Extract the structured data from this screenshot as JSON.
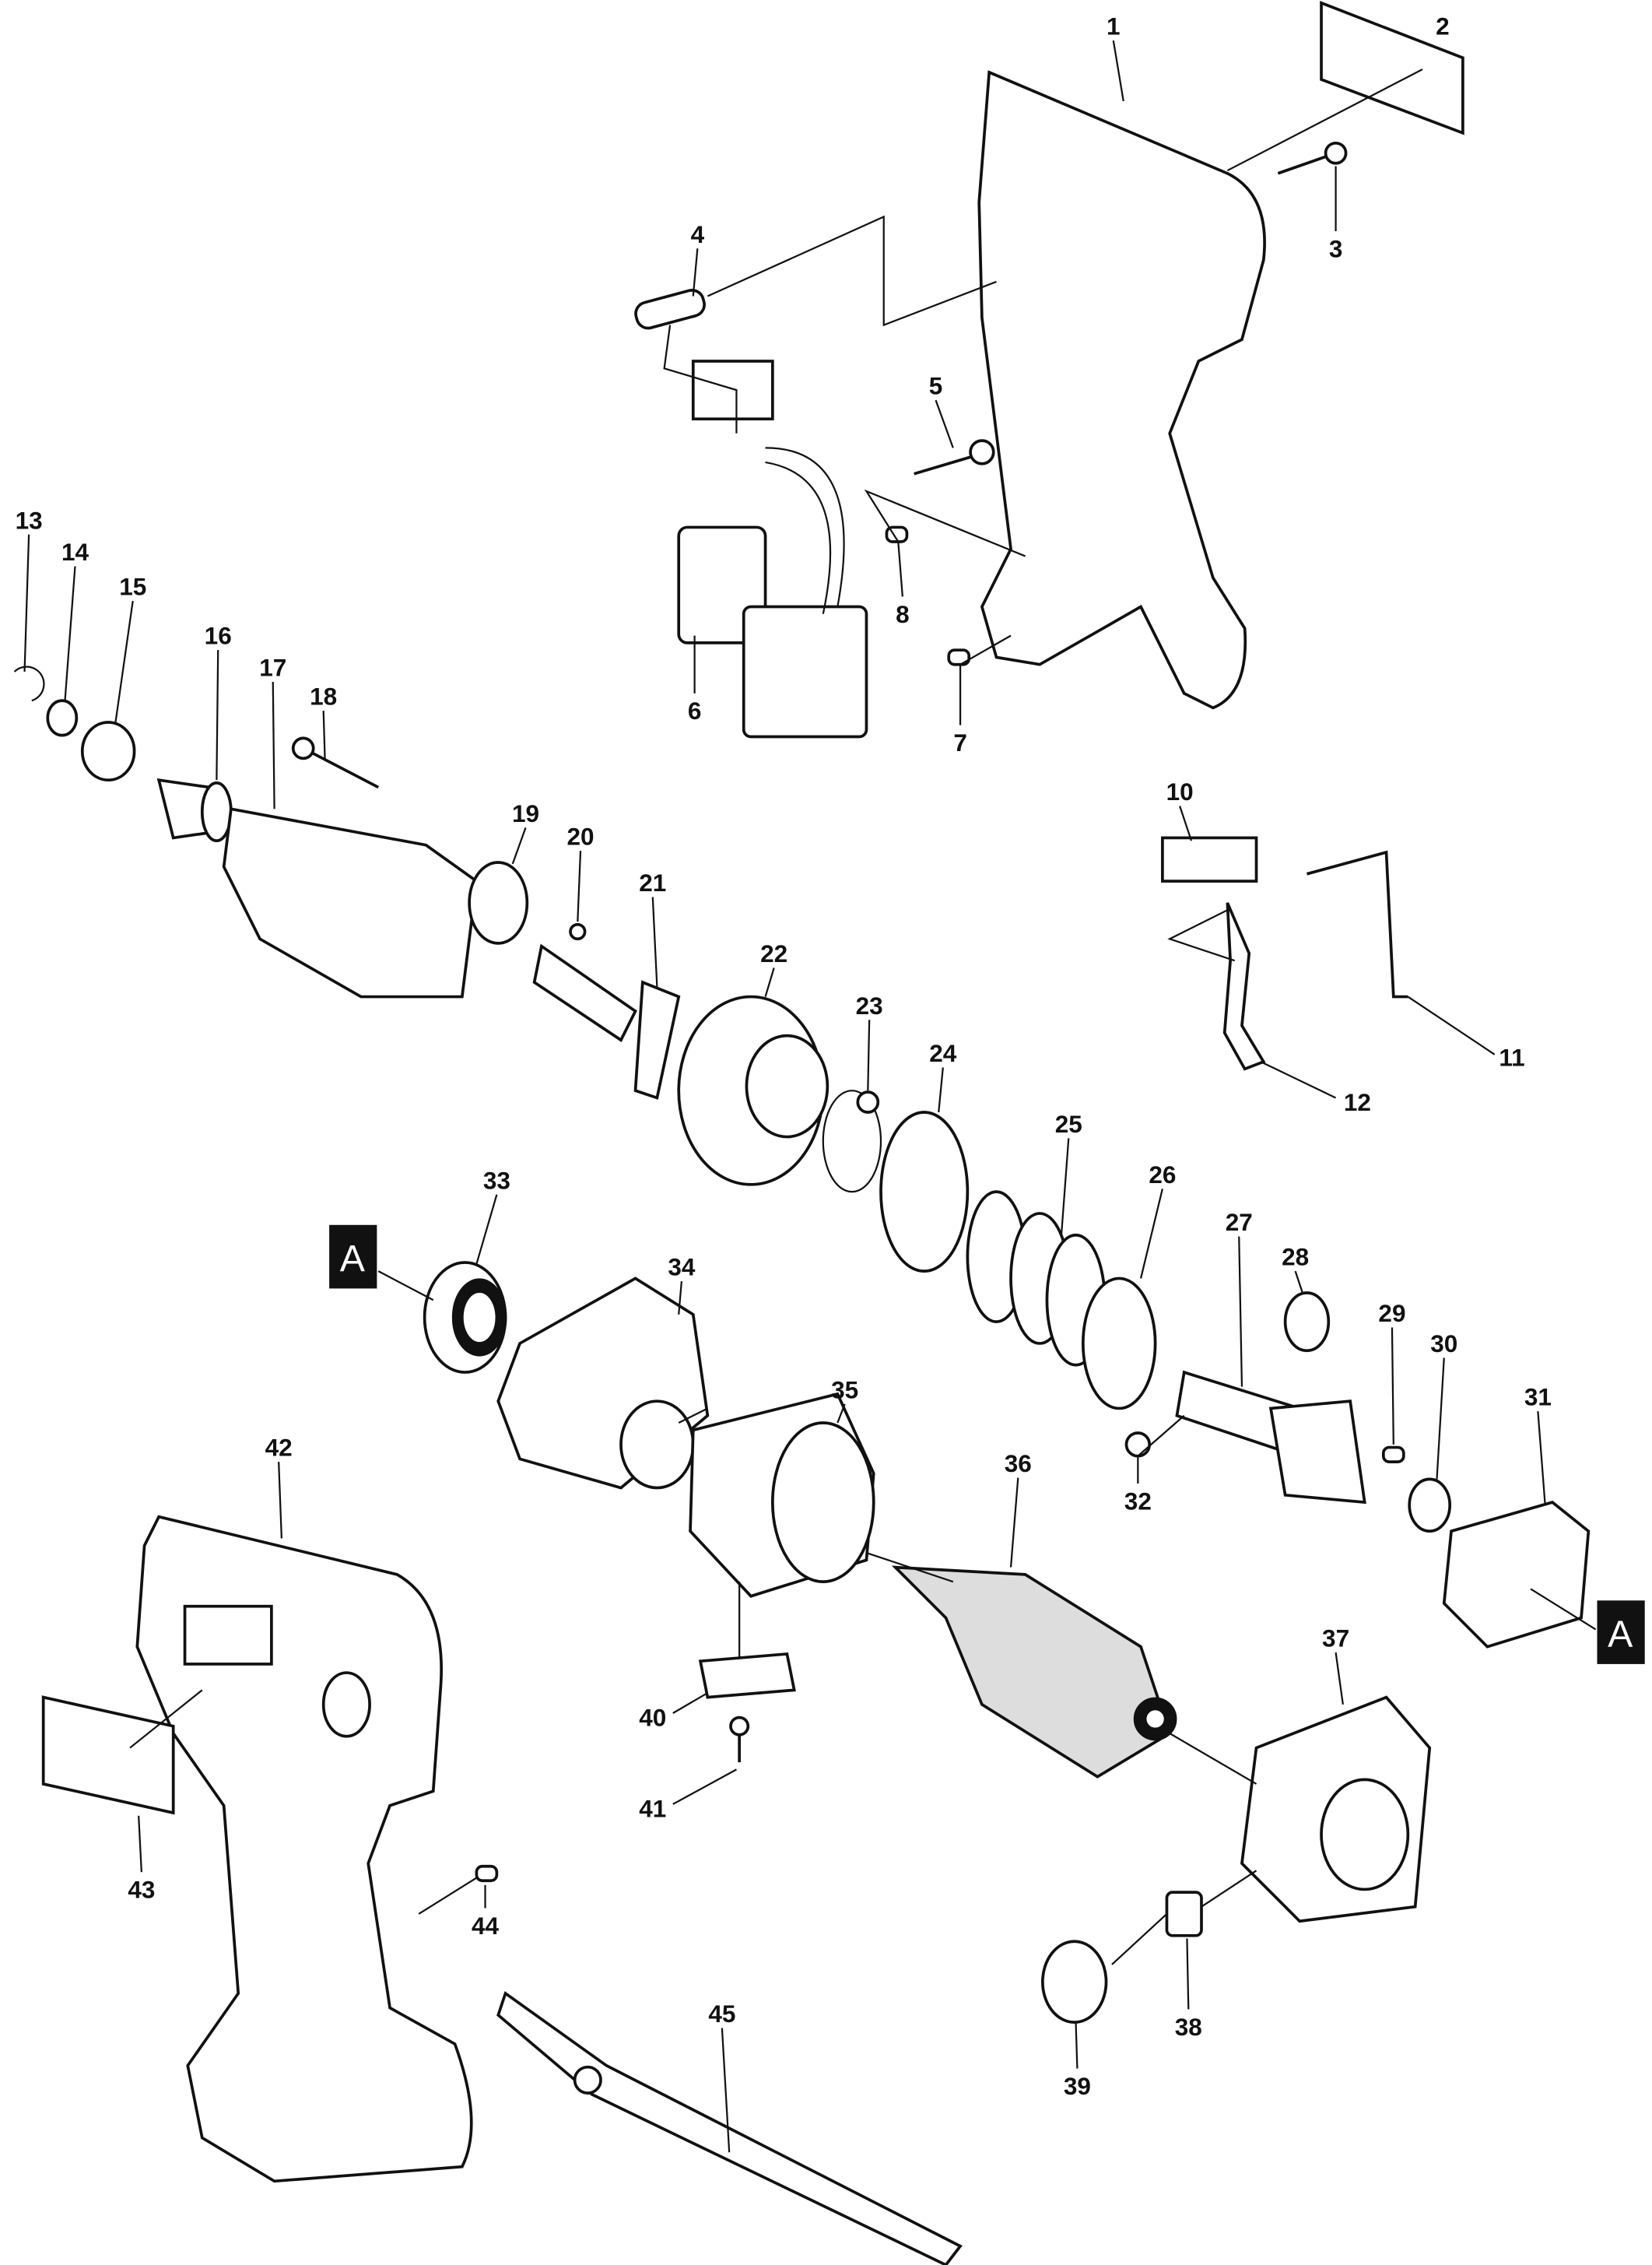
{
  "title": "Exploded parts diagram - cordless impact driver",
  "labels": {
    "1": "1",
    "2": "2",
    "3": "3",
    "4": "4",
    "5": "5",
    "6": "6",
    "7": "7",
    "8": "8",
    "10": "10",
    "11": "11",
    "12": "12",
    "13": "13",
    "14": "14",
    "15": "15",
    "16": "16",
    "17": "17",
    "18": "18",
    "19": "19",
    "20": "20",
    "21": "21",
    "22": "22",
    "23": "23",
    "24": "24",
    "25": "25",
    "26": "26",
    "27": "27",
    "28": "28",
    "29": "29",
    "30": "30",
    "31": "31",
    "32": "32",
    "33": "33",
    "34": "34",
    "35": "35",
    "36": "36",
    "37": "37",
    "38": "38",
    "39": "39",
    "40": "40",
    "41": "41",
    "42": "42",
    "43": "43",
    "44": "44",
    "45": "45"
  },
  "reference_markers": {
    "left": "A",
    "right": "A"
  }
}
